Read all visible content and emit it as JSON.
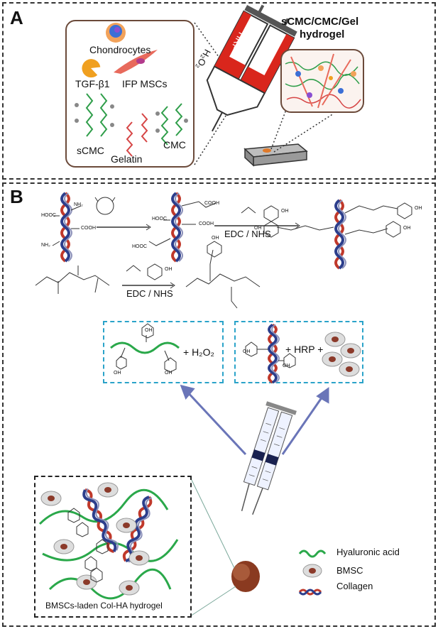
{
  "panelA": {
    "label": "A",
    "chondrocytes": "Chondrocytes",
    "tgf": "TGF-β1",
    "ifp": "IFP MSCs",
    "scmc": "sCMC",
    "gelatin": "Gelatin",
    "cmc": "CMC",
    "syringe_left": "H₂O₂",
    "syringe_right": "HRP",
    "hydrogel_title_1": "sCMC/CMC/Gel",
    "hydrogel_title_2": "hydrogel"
  },
  "panelB": {
    "label": "B",
    "reagent_1": "EDC / NHS",
    "reagent_2": "EDC / NHS",
    "h2o2": "+ H₂O₂",
    "hrp": "+ HRP +",
    "inset_caption": "BMSCs-laden Col-HA hydrogel",
    "legend": [
      {
        "label": "Hyaluronic acid"
      },
      {
        "label": "BMSC"
      },
      {
        "label": "Collagen"
      }
    ],
    "chem_labels": [
      "NH₂",
      "HOOC",
      "COOH",
      "NH₂",
      "HOOC",
      "COOH",
      "HOOC",
      "COOH",
      "OH",
      "OH",
      "OH",
      "OH",
      "OH",
      "OH",
      "OH",
      "OH",
      "OH",
      "OH",
      "OH"
    ]
  },
  "colors": {
    "frame": "#333333",
    "blue_dashed": "#2aa3c9",
    "arrow": "#6a75b8",
    "hyaluronic": "#2aa84a",
    "collagen_red": "#c0392b",
    "collagen_blue": "#2c3e8c",
    "syringe_red": "#d9261c",
    "inset_brown": "#6b4a3a"
  }
}
